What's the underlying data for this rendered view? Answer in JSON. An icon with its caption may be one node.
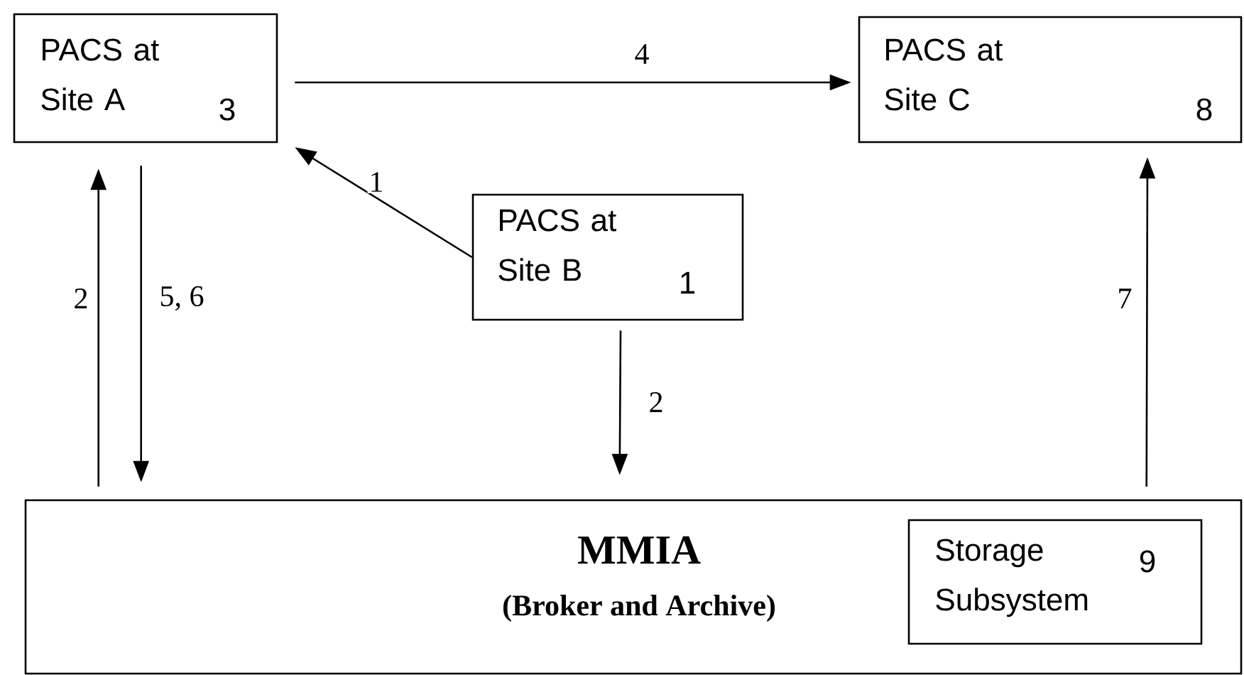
{
  "diagram": {
    "nodes": [
      {
        "text": [
          "PACS at Site A",
          "3"
        ]
      },
      {
        "text": [
          "PACS at Site C",
          "8"
        ]
      },
      {
        "text": [
          "PACS at Site B",
          "1"
        ]
      },
      {
        "text": [
          "MMIA",
          "(Broker and Archive)"
        ]
      },
      {
        "text": [
          "Storage Subsystem",
          "9"
        ],
        "in": 3
      }
    ],
    "edges": [
      {
        "from": 2,
        "to": 0,
        "arrow": "to",
        "label": "1"
      },
      {
        "from": 3,
        "to": 0,
        "arrow": "to",
        "label": "2"
      },
      {
        "from": 0,
        "to": 3,
        "arrow": "to",
        "label": "5, 6"
      },
      {
        "from": 2,
        "to": 3,
        "arrow": "to",
        "label": "2"
      },
      {
        "from": 0,
        "to": 1,
        "arrow": "to",
        "label": "4"
      },
      {
        "from": 3,
        "to": 1,
        "arrow": "to",
        "label": "7"
      }
    ]
  }
}
